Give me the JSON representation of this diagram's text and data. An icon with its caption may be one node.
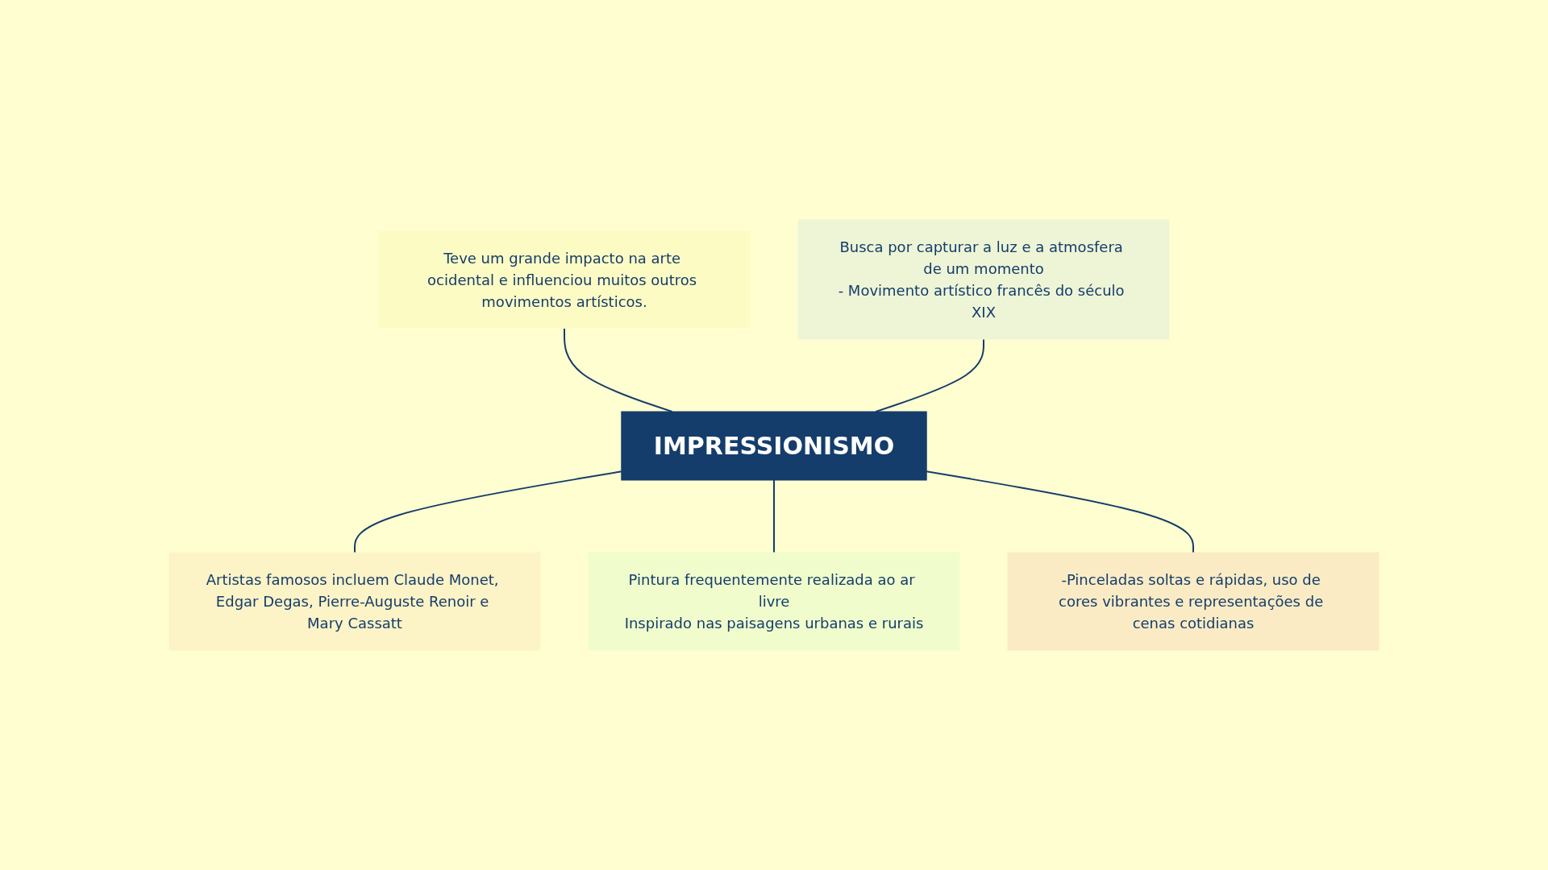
{
  "diagram": {
    "nodes": [
      {
        "text": [
          "IMPRESSIONISMO"
        ]
      },
      {
        "text": [
          "Teve um grande impacto na arte ocidental e influenciou muitos outros movimentos artísticos."
        ]
      },
      {
        "text": [
          "Busca por capturar a luz e a atmosfera de um momento",
          "- Movimento artístico francês do século XIX"
        ]
      },
      {
        "text": [
          "Artistas famosos incluem Claude Monet, Edgar Degas, Pierre-Auguste Renoir e Mary Cassatt"
        ]
      },
      {
        "text": [
          "Pintura frequentemente realizada ao ar livre",
          "Inspirado nas paisagens urbanas e rurais"
        ]
      },
      {
        "text": [
          "-Pinceladas soltas e rápidas, uso de cores vibrantes e representações de cenas cotidianas"
        ]
      }
    ],
    "edges": [
      {
        "from": 1,
        "to": 0,
        "arrow": "none"
      },
      {
        "from": 2,
        "to": 0,
        "arrow": "none"
      },
      {
        "from": 0,
        "to": 3,
        "arrow": "none"
      },
      {
        "from": 0,
        "to": 4,
        "arrow": "none"
      },
      {
        "from": 0,
        "to": 5,
        "arrow": "none"
      }
    ]
  }
}
